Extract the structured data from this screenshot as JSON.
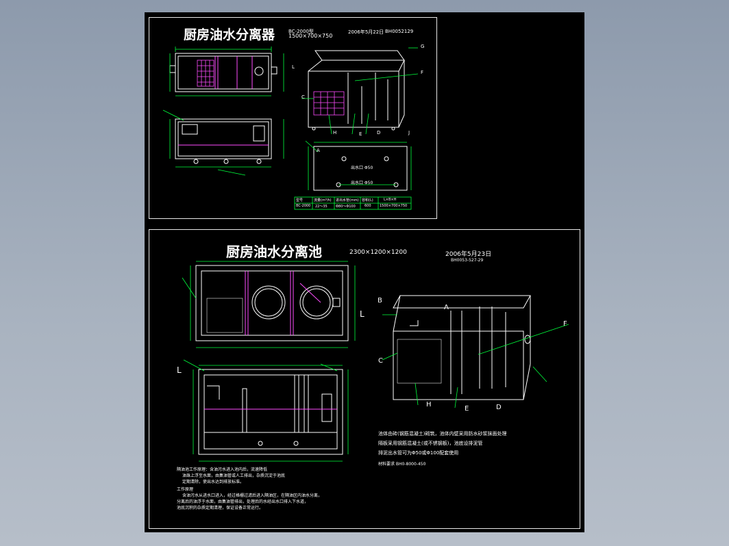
{
  "sheet1": {
    "title": "厨房油水分离器",
    "model": "BC-2000型",
    "dimensions": "1500×700×750",
    "date": "2006年5月22日",
    "code": "BH0052129",
    "labels": {
      "L": "L",
      "C": "C",
      "G": "G",
      "F": "F",
      "H": "H",
      "E": "E",
      "D": "D",
      "J": "J",
      "A": "A"
    },
    "pipe_labels": [
      "出水口 Φ50",
      "出水口 Φ50"
    ],
    "table": {
      "headers": [
        "型号",
        "流量(m³/h)",
        "进出水管(mm)",
        "容积(L)",
        "L×B×H"
      ],
      "row": [
        "BC-2000",
        "22～35",
        "Φ80～Φ100",
        "600",
        "1500×700×750"
      ]
    }
  },
  "sheet2": {
    "title": "厨房油水分离池",
    "dimensions": "2300×1200×1200",
    "date": "2006年5月23日",
    "code": "BH0053-527-29",
    "labels": {
      "B": "B",
      "L": "L",
      "A": "A",
      "F": "F",
      "C": "C",
      "H": "H",
      "E": "E",
      "D": "D"
    },
    "notes": [
      "池体由砖(钢筋混凝土)砌筑，池体内壁采用防水砂浆抹面处理",
      "隔板采用钢筋混凝土(或不锈钢板)，池底设排泥管",
      "排泥出水管可为Φ50或Φ100配套使用"
    ],
    "notes_extra": "材料要求 BH0-8000-450",
    "bottom_notes": [
      "隔油池工作原理：含油污水进入池内后，流速降低",
      "油珠上浮至水面，由集油管或人工排出，杂质沉淀于池底",
      "定期清除，使出水达到排放标准。",
      "工作原理",
      "含油污水从进水口进入，经过格栅过滤后进入隔油区，在隔油区内油水分离，",
      "分离后的油浮于水面，由集油管排出，处理后的水经出水口排入下水道，",
      "池底沉积的杂质定期清理，保证设备正常运行。"
    ]
  }
}
